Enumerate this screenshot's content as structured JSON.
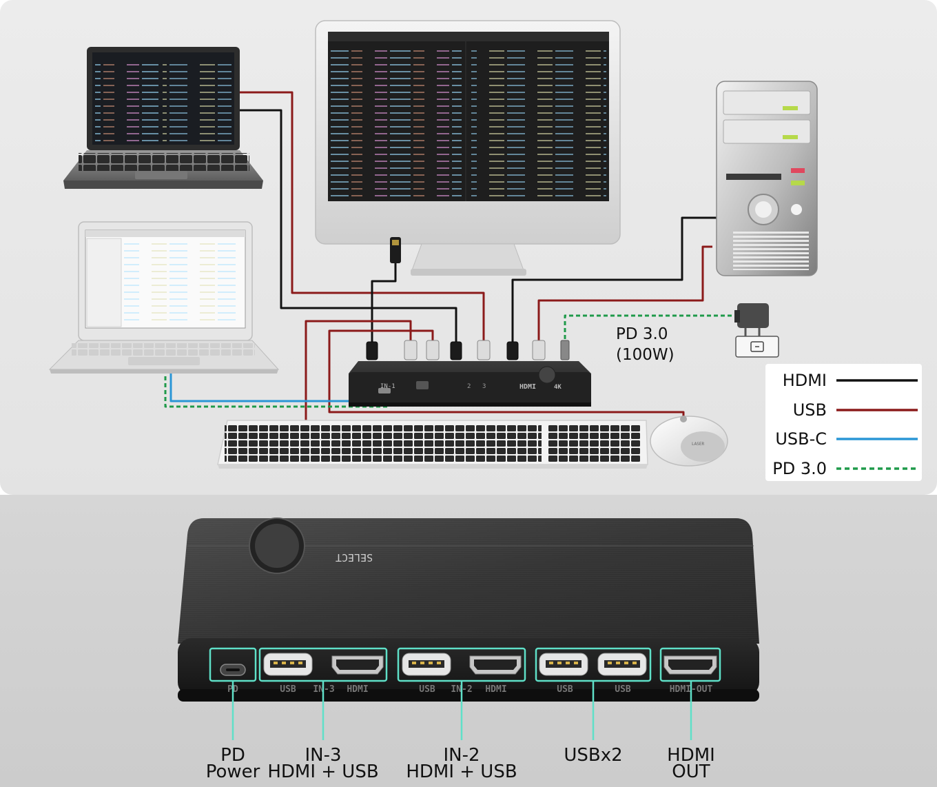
{
  "colors": {
    "hdmi": "#111111",
    "usb": "#8b1a1a",
    "usbc": "#2a96d6",
    "pd": "#1f9a4a",
    "highlight": "#5fe0c8",
    "top_bg": "#e8e8e8",
    "bottom_bg": "#d2d2d2"
  },
  "power_label": {
    "line1": "PD 3.0",
    "line2": "(100W)"
  },
  "legend": [
    {
      "label": "HDMI",
      "style": "solid",
      "color": "#111111"
    },
    {
      "label": "USB",
      "style": "solid",
      "color": "#8b1a1a"
    },
    {
      "label": "USB-C",
      "style": "solid",
      "color": "#2a96d6"
    },
    {
      "label": "PD 3.0",
      "style": "dashed",
      "color": "#1f9a4a"
    }
  ],
  "switch_top": {
    "in_label": "IN-1",
    "port_2": "2",
    "port_3": "3",
    "hdmi_logo": "HDMI",
    "k4_logo": "4K"
  },
  "switch_bottom": {
    "select_label": "SELECT",
    "port_labels": [
      "PD",
      "USB",
      "IN-3",
      "HDMI",
      "USB",
      "IN-2",
      "HDMI",
      "USB",
      "USB",
      "HDMI-OUT"
    ]
  },
  "mouse_label": "LASER",
  "callouts": [
    {
      "line1": "PD",
      "line2": "Power"
    },
    {
      "line1": "IN-3",
      "line2": "HDMI + USB"
    },
    {
      "line1": "IN-2",
      "line2": "HDMI + USB"
    },
    {
      "line1": "USBx2",
      "line2": ""
    },
    {
      "line1": "HDMI",
      "line2": "OUT"
    }
  ]
}
